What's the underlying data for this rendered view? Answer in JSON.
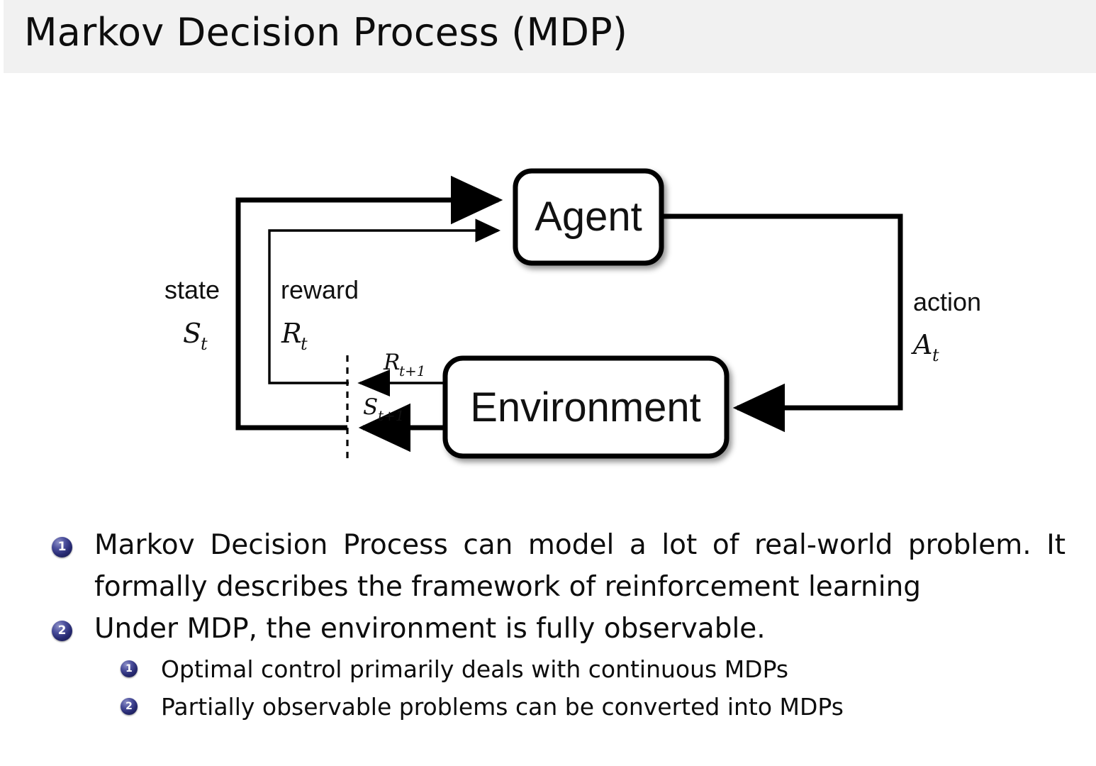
{
  "header": {
    "title": "Markov Decision Process (MDP)",
    "background_color": "#f1f1f1"
  },
  "diagram": {
    "name": "agent-environment-interaction-loop",
    "nodes": {
      "agent": "Agent",
      "environment": "Environment"
    },
    "edges": {
      "state_word": "state",
      "state_symbol": "S",
      "state_subscript": "t",
      "reward_word": "reward",
      "reward_symbol": "R",
      "reward_subscript": "t",
      "action_word": "action",
      "action_symbol": "A",
      "action_subscript": "t",
      "reward_next_symbol": "R",
      "reward_next_subscript": "t+1",
      "state_next_symbol": "S",
      "state_next_subscript": "t+1"
    },
    "line_color": "#000000",
    "node_fill": "#ffffff"
  },
  "bullets": {
    "level1": [
      {
        "number": "1",
        "text": "Markov Decision Process can model a lot of real-world problem. It formally describes the framework of reinforcement learning"
      },
      {
        "number": "2",
        "text": "Under MDP, the environment is fully observable."
      }
    ],
    "level2": [
      {
        "number": "1",
        "text": "Optimal control primarily deals with continuous MDPs"
      },
      {
        "number": "2",
        "text": "Partially observable problems can be converted into MDPs"
      }
    ],
    "badge_color": "#272a72"
  }
}
